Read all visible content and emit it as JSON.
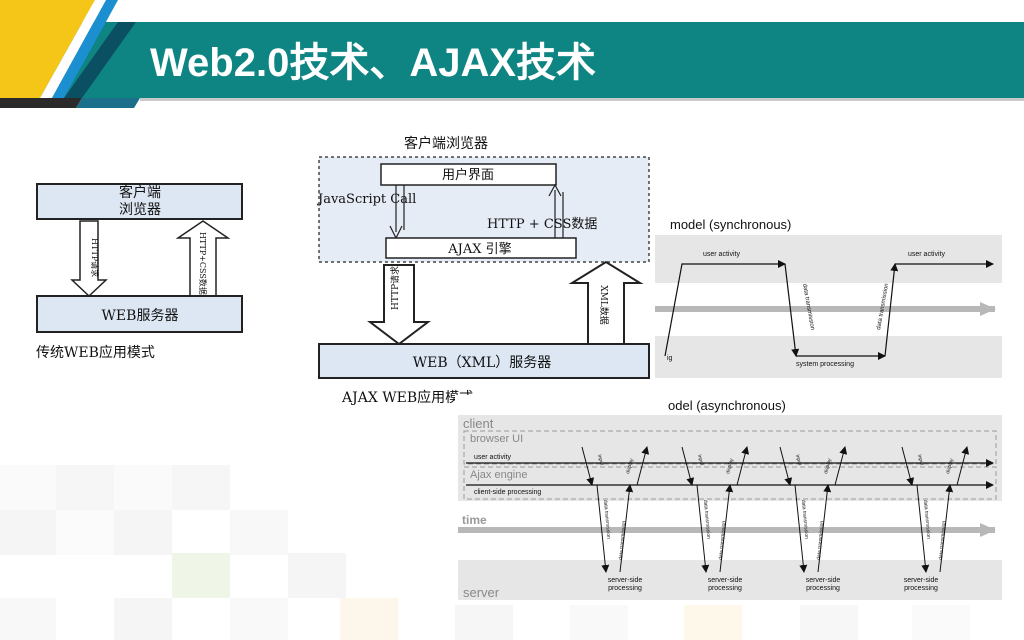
{
  "slide": {
    "title": "Web2.0技术、AJAX技术",
    "colors": {
      "header_teal": "#0e8583",
      "accent_yellow": "#f5c518",
      "accent_blue": "#1b8fd0",
      "box_fill": "#dde6f3"
    }
  },
  "traditional": {
    "client_line1": "客户端",
    "client_line2": "浏览器",
    "request_label": "HTTP请求",
    "response_label": "HTTP+CSS数据",
    "server_label": "WEB服务器",
    "caption": "传统WEB应用模式"
  },
  "ajax": {
    "browser_title": "客户端浏览器",
    "ui_label": "用户界面",
    "js_call": "JavaScript Call",
    "http_css": "HTTP + CSS数据",
    "engine_label": "AJAX 引擎",
    "request_label": "HTTP请求",
    "xml_label": "XML数据",
    "server_label": "WEB（XML）服务器",
    "caption": "AJAX WEB应用模式"
  },
  "sync": {
    "title": "model (synchronous)",
    "user_activity_1": "user activity",
    "user_activity_2": "user activity",
    "data_transmission_1": "data transmission",
    "data_transmission_2": "data transmission",
    "system_processing": "system processing",
    "edge_label": "ig"
  },
  "async": {
    "title": "odel (asynchronous)",
    "client": "client",
    "browser_ui": "browser UI",
    "user_activity": "user activity",
    "ajax_engine": "Ajax engine",
    "client_side": "client-side processing",
    "time": "time",
    "server": "server",
    "input": "input",
    "display": "display",
    "data_transmission": "data transmission",
    "server_side_line1": "server-side",
    "server_side_line2": "processing"
  }
}
